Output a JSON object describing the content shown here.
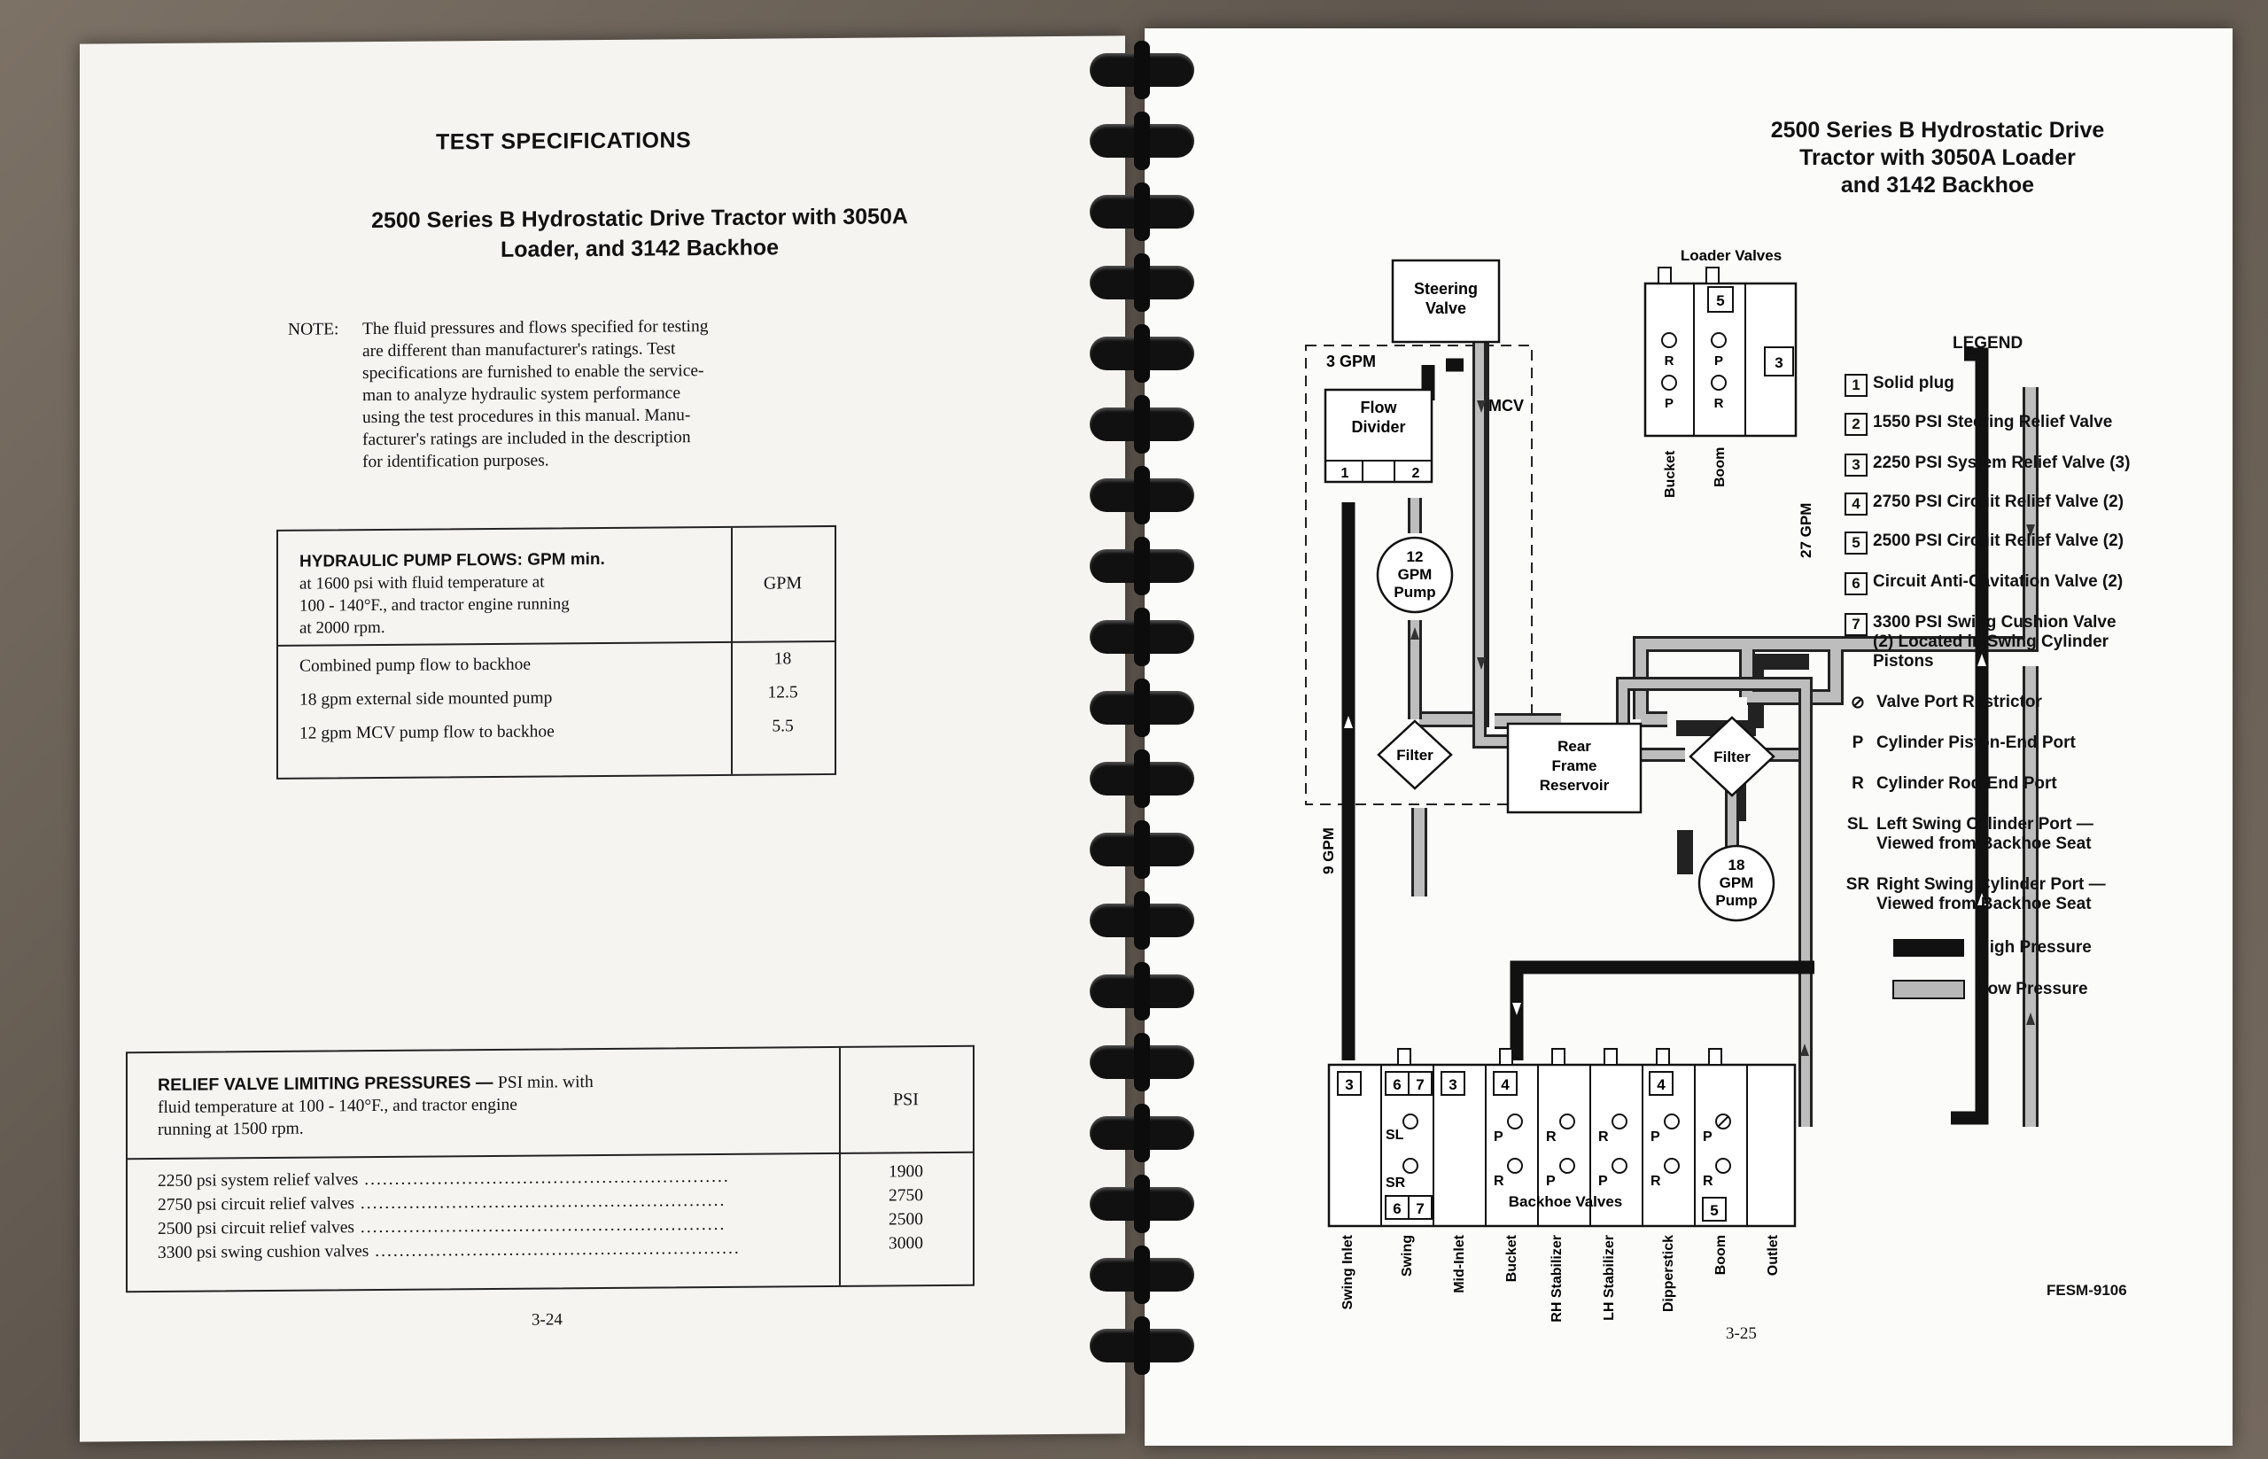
{
  "left_page": {
    "section_title": "TEST SPECIFICATIONS",
    "subtitle_line1": "2500 Series B Hydrostatic Drive Tractor with 3050A",
    "subtitle_line2": "Loader, and 3142 Backhoe",
    "note_label": "NOTE:",
    "note_lines": [
      "The fluid pressures and flows specified for testing",
      "are different than manufacturer's ratings.  Test",
      "specifications are furnished to enable the service-",
      "man to analyze hydraulic system performance",
      "using the test procedures in this manual.  Manu-",
      "facturer's ratings are included in the description",
      "for identification purposes."
    ],
    "pump_table": {
      "header_bold": "HYDRAULIC PUMP FLOWS:",
      "header_rest": "GPM min.",
      "header_lines": [
        "at 1600 psi with fluid temperature at",
        "100 - 140°F., and tractor engine running",
        "at 2000 rpm."
      ],
      "unit": "GPM",
      "rows": [
        {
          "label": "Combined pump flow to backhoe",
          "value": "18"
        },
        {
          "label": "18 gpm external side mounted pump",
          "value": "12.5"
        },
        {
          "label": "12 gpm MCV pump flow to backhoe",
          "value": "5.5"
        }
      ]
    },
    "relief_table": {
      "header_bold": "RELIEF VALVE LIMITING PRESSURES —",
      "header_rest": "PSI min. with",
      "header_lines": [
        "fluid temperature at 100 - 140°F., and tractor engine",
        "running at 1500 rpm."
      ],
      "unit": "PSI",
      "rows": [
        {
          "label": "2250 psi system relief valves",
          "value": "1900"
        },
        {
          "label": "2750 psi circuit relief valves",
          "value": "2750"
        },
        {
          "label": "2500 psi circuit relief valves",
          "value": "2500"
        },
        {
          "label": "3300 psi swing cushion valves",
          "value": "3000"
        }
      ]
    },
    "page_number": "3-24"
  },
  "right_page": {
    "title_lines": [
      "2500 Series B Hydrostatic Drive",
      "Tractor with 3050A Loader",
      "and 3142 Backhoe"
    ],
    "page_number": "3-25",
    "doc_code": "FESM-9106",
    "diagram": {
      "loader_valves": "Loader Valves",
      "steering_valve": [
        "Steering",
        "Valve"
      ],
      "three_gpm": "3 GPM",
      "mcv": "MCV",
      "flow_divider": [
        "Flow",
        "Divider"
      ],
      "pump12": [
        "12",
        "GPM",
        "Pump"
      ],
      "filter": "Filter",
      "reservoir": [
        "Rear",
        "Frame",
        "Reservoir"
      ],
      "pump18": [
        "18",
        "GPM",
        "Pump"
      ],
      "nine_gpm": "9 GPM",
      "twentyseven_gpm": "27 GPM",
      "bucket": "Bucket",
      "boom": "Boom",
      "backhoe_valves": "Backhoe Valves",
      "sections": [
        "Swing Inlet",
        "Swing",
        "Mid-Inlet",
        "Bucket",
        "RH Stabilizer",
        "LH Stabilizer",
        "Dipperstick",
        "Boom",
        "Outlet"
      ],
      "port_labels": {
        "p": "P",
        "r": "R",
        "sl": "SL",
        "sr": "SR"
      },
      "numbers": {
        "one": "1",
        "two": "2",
        "three": "3",
        "four": "4",
        "five": "5",
        "six": "6",
        "seven": "7"
      }
    },
    "legend": {
      "title": "LEGEND",
      "numbered": [
        {
          "num": "1",
          "text": "Solid plug"
        },
        {
          "num": "2",
          "text": "1550 PSI Steering Relief Valve"
        },
        {
          "num": "3",
          "text": "2250 PSI System Relief Valve (3)"
        },
        {
          "num": "4",
          "text": "2750 PSI Circuit Relief Valve (2)"
        },
        {
          "num": "5",
          "text": "2500 PSI Circuit Relief Valve (2)"
        },
        {
          "num": "6",
          "text": "Circuit Anti-Cavitation Valve (2)"
        },
        {
          "num": "7",
          "text": "3300 PSI Swing Cushion Valve (2) Located in Swing Cylinder Pistons"
        }
      ],
      "symbols": [
        {
          "sym": "⊘",
          "text": "Valve Port Restrictor"
        },
        {
          "sym": "P",
          "text": "Cylinder Piston-End Port"
        },
        {
          "sym": "R",
          "text": "Cylinder Rod-End Port"
        },
        {
          "sym": "SL",
          "text": "Left Swing Cylinder Port — Viewed from Backhoe Seat"
        },
        {
          "sym": "SR",
          "text": "Right Swing Cylinder Port — Viewed from Backhoe Seat"
        }
      ],
      "high_pressure": "High Pressure",
      "low_pressure": "Low Pressure",
      "colors": {
        "high": "#111111",
        "low": "#b8b8b8"
      }
    }
  }
}
